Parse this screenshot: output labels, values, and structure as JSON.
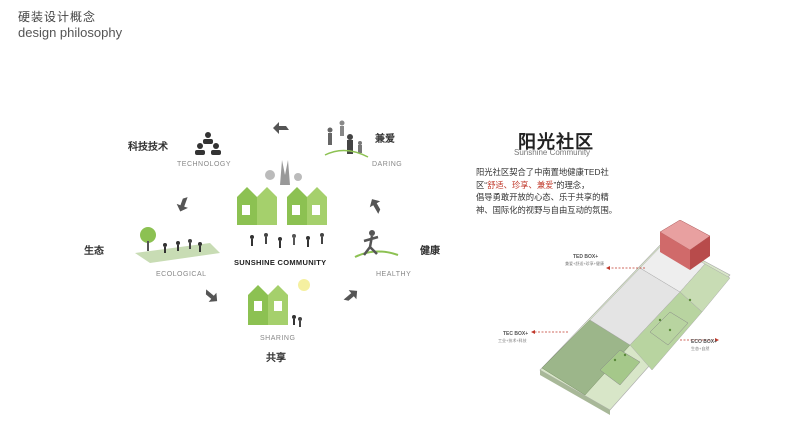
{
  "header": {
    "title_cn": "硬装设计概念",
    "title_en": "design philosophy"
  },
  "wheel": {
    "center_label": "SUNSHINE COMMUNITY",
    "nodes": [
      {
        "cn": "科技技术",
        "en": "TECHNOLOGY"
      },
      {
        "cn": "兼爱",
        "en": "DARING"
      },
      {
        "cn": "生态",
        "en": "ECOLOGICAL"
      },
      {
        "cn": "健康",
        "en": "HEALTHY"
      },
      {
        "cn": "共享",
        "en": "SHARING"
      }
    ]
  },
  "info": {
    "title_cn": "阳光社区",
    "title_en": "Sunshine Community",
    "para_1": "阳光社区契合了中南置地健康TED社",
    "para_2a": "区“",
    "para_2red": "舒适、珍享、兼爱",
    "para_2b": "”的理念，",
    "para_3": "倡导勇敢开放的心态、乐于共享的精",
    "para_4": "神、国际化的视野与自由互动的氛围。"
  },
  "boxes": {
    "ted": {
      "title": "TED BOX+",
      "sub": "兼爱+舒适+珍享+健康"
    },
    "tec": {
      "title": "TEC BOX+",
      "sub": "工业+技术+科技"
    },
    "eco": {
      "title": "ECO BOX+",
      "sub": "生态+自然"
    }
  },
  "colors": {
    "green": "#8cc152",
    "light_green": "#c8dcb4",
    "red": "#c0392b",
    "pink": "#e8a0a0",
    "grey": "#9a9a9a"
  },
  "icons": [
    "rotate-arrow-icon",
    "people-group-icon",
    "house-icon",
    "sun-icon",
    "tree-icon"
  ]
}
